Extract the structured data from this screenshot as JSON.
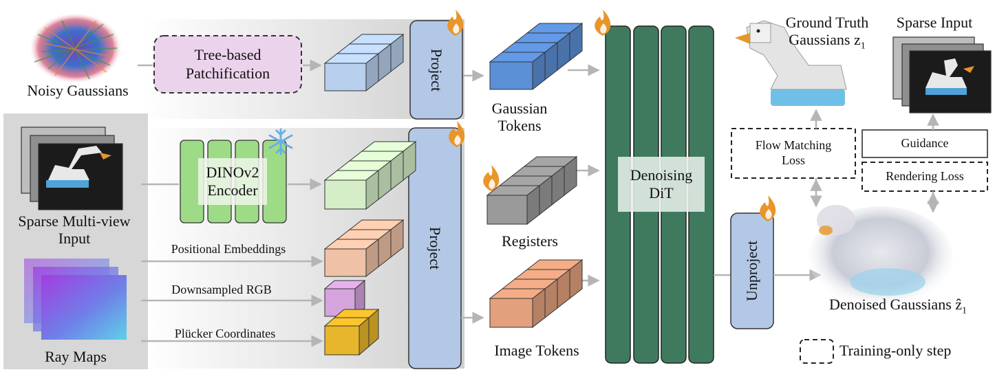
{
  "labels": {
    "noisy_gaussians": "Noisy Gaussians",
    "tree_patch_line1": "Tree-based",
    "tree_patch_line2": "Patchification",
    "project_top": "Project",
    "project_bottom": "Project",
    "gaussian_tokens_line1": "Gaussian",
    "gaussian_tokens_line2": "Tokens",
    "dino_line1": "DINOv2",
    "dino_line2": "Encoder",
    "sparse_mv_line1": "Sparse Multi-view",
    "sparse_mv_line2": "Input",
    "positional_embeddings": "Positional Embeddings",
    "downsampled_rgb": "Downsampled RGB",
    "plucker_coordinates": "Plücker Coordinates",
    "ray_maps": "Ray Maps",
    "registers": "Registers",
    "image_tokens": "Image Tokens",
    "denoising_line1": "Denoising",
    "denoising_line2": "DiT",
    "unproject": "Unproject",
    "gt_line1": "Ground Truth",
    "gt_line2": "Gaussians z",
    "gt_sub": "1",
    "sparse_input": "Sparse Input",
    "flow_line1": "Flow Matching",
    "flow_line2": "Loss",
    "guidance": "Guidance",
    "rendering_loss": "Rendering Loss",
    "denoised": "Denoised Gaussians ẑ",
    "denoised_sub": "1",
    "training_only": "Training-only step"
  },
  "colors": {
    "tree_patch_fill": "#ecd3ec",
    "project_fill": "#b3c8e6",
    "dit_fill": "#3f7a5f",
    "dino_fill": "#9edb86",
    "gaussian_cube": "#5b8fd6",
    "input_cube": "#b8cfee",
    "dino_cube": "#d5eec8",
    "pos_cube": "#efc1a6",
    "rgb_cube": "#d6a4dd",
    "plucker_cube": "#e8b62a",
    "register_cube": "#9a9a9a",
    "image_cube": "#e2a07c",
    "flame": "#e8952a",
    "snowflake": "#6aaee6"
  }
}
